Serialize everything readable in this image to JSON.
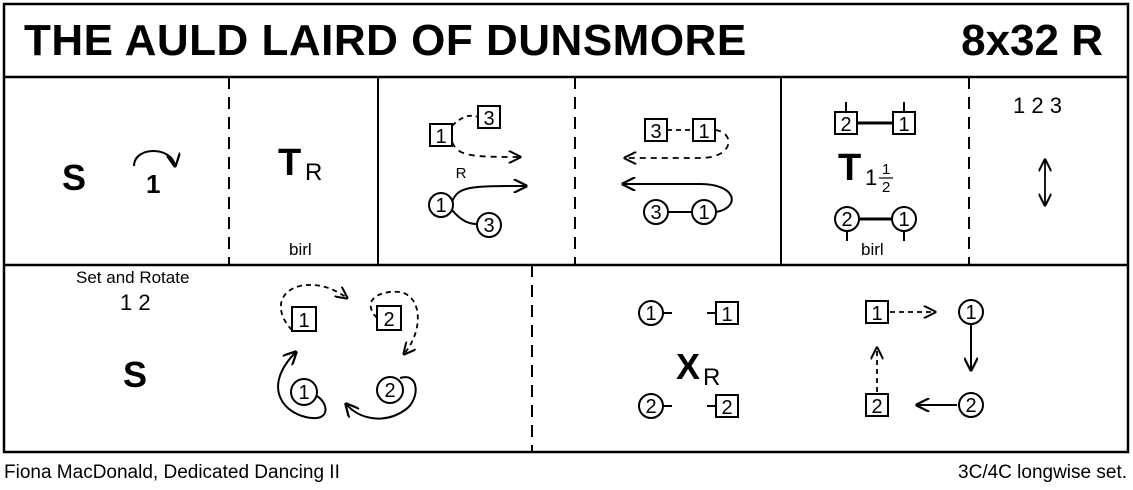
{
  "header": {
    "title": "THE AULD LAIRD OF DUNSMORE",
    "bars": "8x32 R"
  },
  "row1": {
    "cell1": {
      "step": "S",
      "number": "1"
    },
    "cell2": {
      "turn": "T",
      "sub": "R",
      "note": "birl"
    },
    "cell3": {
      "top_square": "3",
      "left_square": "1",
      "label": "R",
      "circle_left": "1",
      "circle_right": "3"
    },
    "cell4": {
      "square_left": "3",
      "square_right": "1",
      "circle_left": "3",
      "circle_right": "1"
    },
    "cell5": {
      "square_left": "2",
      "square_right": "1",
      "turn": "T",
      "sub_whole": "1",
      "sub_num": "1",
      "sub_den": "2",
      "circle_left": "2",
      "circle_right": "1",
      "note": "birl"
    },
    "cell6": {
      "order": "1 2 3"
    }
  },
  "row2": {
    "cell1": {
      "heading": "Set and Rotate",
      "order": "1 2",
      "step": "S",
      "square1": "1",
      "square2": "2",
      "circle1": "1",
      "circle2": "2"
    },
    "cell2": {
      "circle_top": "1",
      "square_top": "1",
      "cross": "X",
      "cross_sub": "R",
      "circle_bottom": "2",
      "square_bottom": "2",
      "sq_tl": "1",
      "circ_tr": "1",
      "sq_bl": "2",
      "circ_br": "2"
    }
  },
  "footer": {
    "left": "Fiona MacDonald, Dedicated Dancing II",
    "right": "3C/4C longwise set."
  }
}
